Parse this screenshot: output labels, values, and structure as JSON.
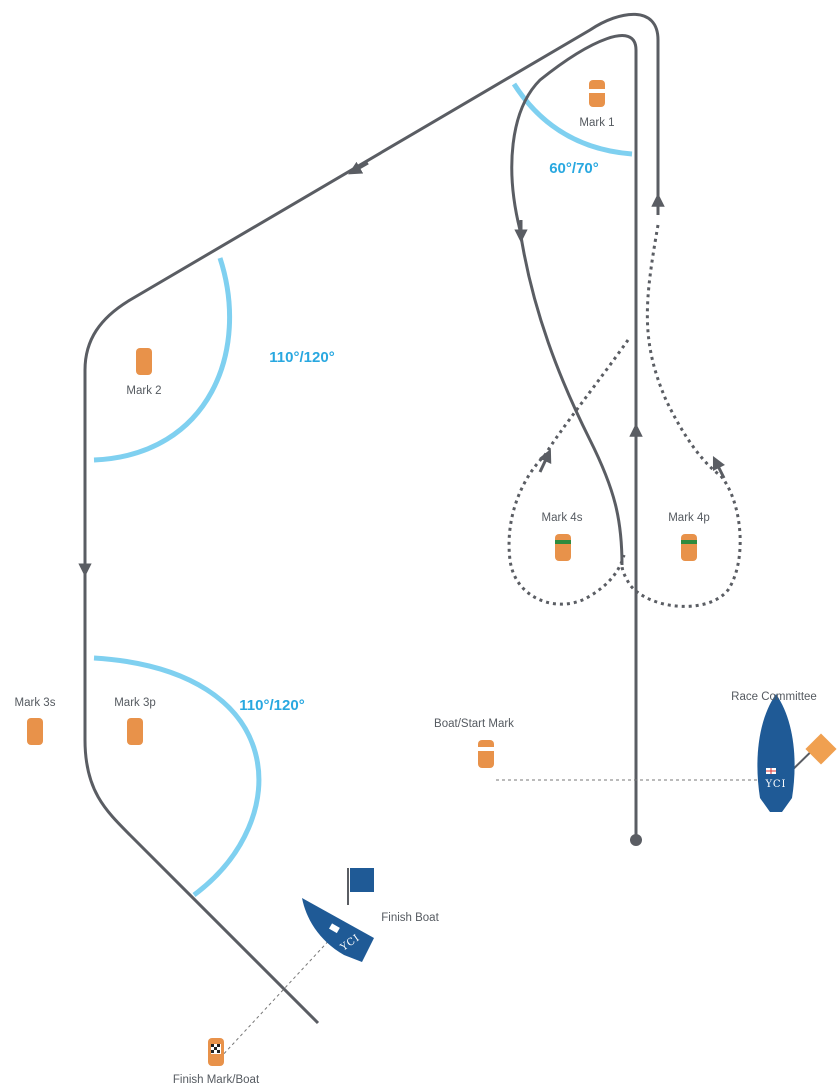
{
  "colors": {
    "course": "#5a5d63",
    "zone": "#7fd0f0",
    "angle_text": "#29a8e0",
    "mark": "#e8924a",
    "boat": "#1f5a96",
    "flag_orange": "#f0a050",
    "flag_blue": "#1f5a96",
    "mark_green_band": "#2e8b3e",
    "label_text": "#555a60"
  },
  "angles": {
    "mark1": "60°/70°",
    "mark2": "110°/120°",
    "mark3": "110°/120°"
  },
  "marks": {
    "mark1": "Mark 1",
    "mark2": "Mark 2",
    "mark3s": "Mark 3s",
    "mark3p": "Mark  3p",
    "mark4s": "Mark 4s",
    "mark4p": "Mark 4p",
    "start_mark": "Boat/Start Mark",
    "finish_mark": "Finish Mark/Boat"
  },
  "boats": {
    "race_committee": "Race Committee",
    "finish_boat": "Finish Boat",
    "hull_text": "YCI"
  }
}
